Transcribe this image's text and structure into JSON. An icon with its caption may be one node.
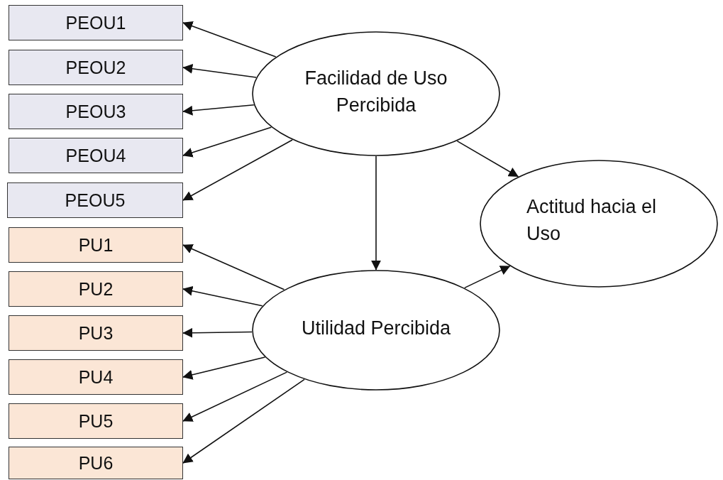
{
  "diagram": {
    "nodes": [
      {
        "text": [
          "PEOU1"
        ]
      },
      {
        "text": [
          "PEOU2"
        ]
      },
      {
        "text": [
          "PEOU3"
        ]
      },
      {
        "text": [
          "PEOU4"
        ]
      },
      {
        "text": [
          "PEOU5"
        ]
      },
      {
        "text": [
          "PU1"
        ]
      },
      {
        "text": [
          "PU2"
        ]
      },
      {
        "text": [
          "PU3"
        ]
      },
      {
        "text": [
          "PU4"
        ]
      },
      {
        "text": [
          "PU5"
        ]
      },
      {
        "text": [
          "PU6"
        ]
      },
      {
        "text": [
          "Facilidad de Uso Percibida"
        ]
      },
      {
        "text": [
          "Actitud hacia el Uso"
        ]
      },
      {
        "text": [
          "Utilidad Percibida"
        ]
      }
    ],
    "edges": [
      {
        "from": 11,
        "to": 0,
        "arrow": "to"
      },
      {
        "from": 11,
        "to": 1,
        "arrow": "to"
      },
      {
        "from": 11,
        "to": 2,
        "arrow": "to"
      },
      {
        "from": 11,
        "to": 3,
        "arrow": "to"
      },
      {
        "from": 11,
        "to": 4,
        "arrow": "to"
      },
      {
        "from": 13,
        "to": 5,
        "arrow": "to"
      },
      {
        "from": 13,
        "to": 6,
        "arrow": "to"
      },
      {
        "from": 13,
        "to": 7,
        "arrow": "to"
      },
      {
        "from": 13,
        "to": 8,
        "arrow": "to"
      },
      {
        "from": 13,
        "to": 9,
        "arrow": "to"
      },
      {
        "from": 13,
        "to": 10,
        "arrow": "to"
      },
      {
        "from": 11,
        "to": 12,
        "arrow": "to"
      },
      {
        "from": 11,
        "to": 13,
        "arrow": "to"
      },
      {
        "from": 13,
        "to": 12,
        "arrow": "to"
      }
    ]
  }
}
